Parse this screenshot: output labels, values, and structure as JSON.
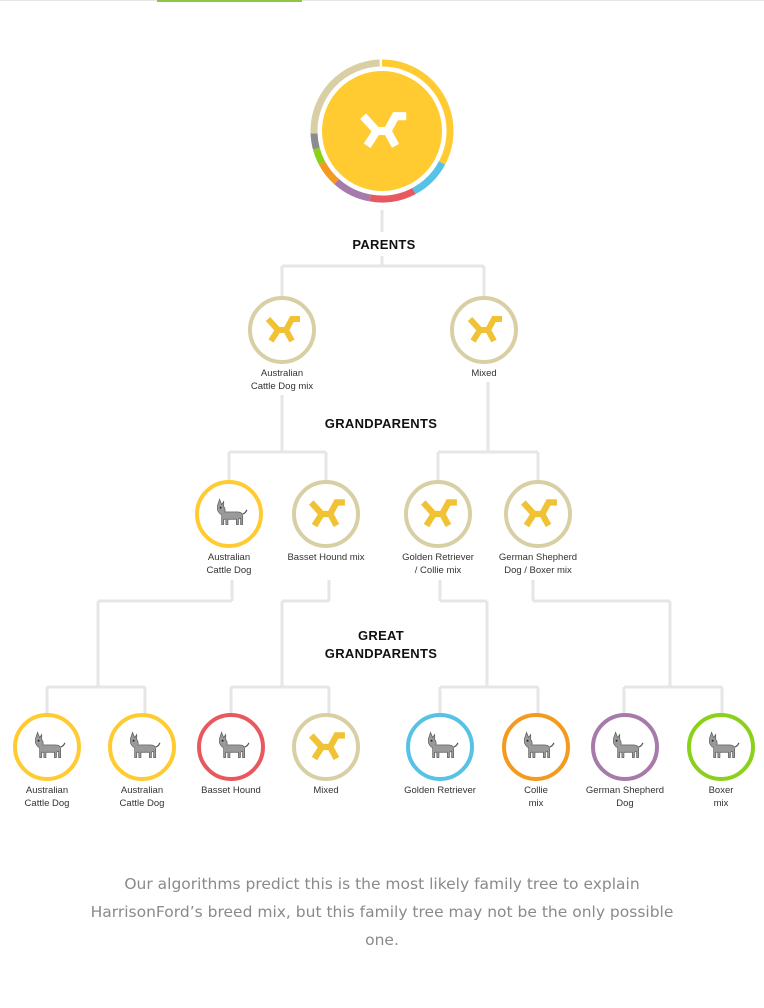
{
  "colors": {
    "connector": "#e6e6e6",
    "yellow": "#ffcb31",
    "tan": "#d9cfa4",
    "red": "#e8595f",
    "blue": "#56c2e6",
    "orange": "#f39a1f",
    "purple": "#a67bab",
    "green": "#8bd119",
    "gray": "#8a8c8e",
    "mixIcon": "#f0c234",
    "footerText": "#8a8a8a"
  },
  "labels": {
    "parents": "PARENTS",
    "grandparents": "GRANDPARENTS",
    "great_grandparents": "GREAT\nGRANDPARENTS"
  },
  "root": {
    "icon": "mix-icon"
  },
  "parents": [
    {
      "name": "Australian\nCattle Dog mix",
      "ring": "tan",
      "icon": "mix-icon"
    },
    {
      "name": "Mixed",
      "ring": "tan",
      "icon": "mix-icon"
    }
  ],
  "grandparents": [
    {
      "name": "Australian\nCattle Dog",
      "ring": "yellow",
      "icon": "dog-icon"
    },
    {
      "name": "Basset Hound mix",
      "ring": "tan",
      "icon": "mix-icon"
    },
    {
      "name": "Golden Retriever\n/ Collie mix",
      "ring": "tan",
      "icon": "mix-icon"
    },
    {
      "name": "German Shepherd\nDog / Boxer mix",
      "ring": "tan",
      "icon": "mix-icon"
    }
  ],
  "great_grandparents": [
    {
      "name": "Australian\nCattle Dog",
      "ring": "yellow",
      "icon": "dog-icon"
    },
    {
      "name": "Australian\nCattle Dog",
      "ring": "yellow",
      "icon": "dog-icon"
    },
    {
      "name": "Basset Hound",
      "ring": "red",
      "icon": "dog-icon"
    },
    {
      "name": "Mixed",
      "ring": "tan",
      "icon": "mix-icon"
    },
    {
      "name": "Golden Retriever",
      "ring": "blue",
      "icon": "dog-icon"
    },
    {
      "name": "Collie\nmix",
      "ring": "orange",
      "icon": "dog-icon"
    },
    {
      "name": "German Shepherd\nDog",
      "ring": "purple",
      "icon": "dog-icon"
    },
    {
      "name": "Boxer\nmix",
      "ring": "green",
      "icon": "dog-icon"
    }
  ],
  "footer": {
    "text": "Our algorithms predict this is the most likely family tree to explain HarrisonFord’s breed mix, but this family tree may not be the only possible one."
  }
}
